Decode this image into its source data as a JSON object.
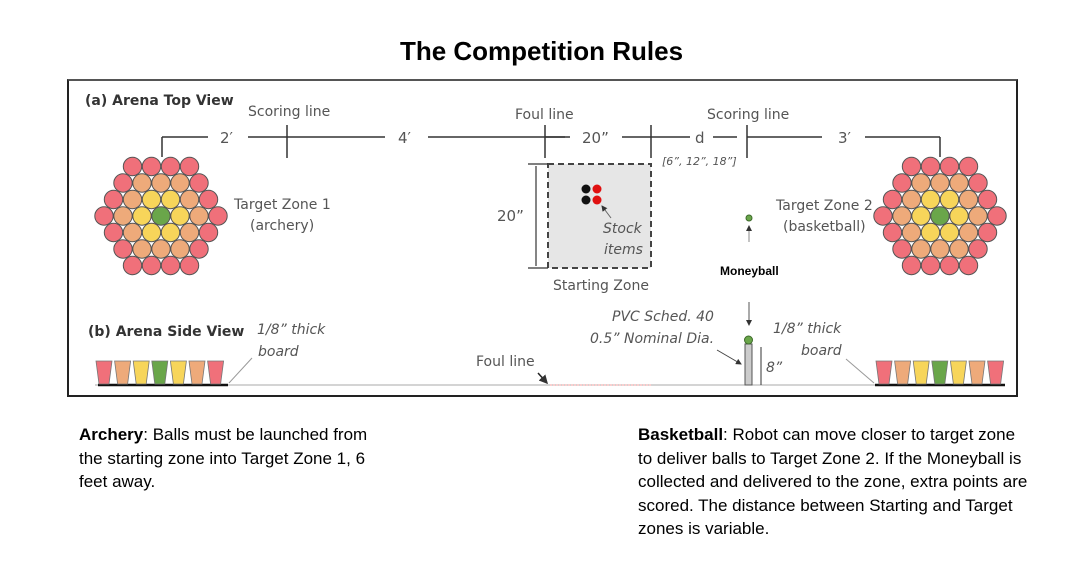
{
  "title": "The Competition Rules",
  "arena": {
    "top_view_label": "(a) Arena Top View",
    "side_view_label": "(b) Arena Side View",
    "scoring_line_1": "Scoring line",
    "scoring_line_2": "Scoring line",
    "foul_line_top": "Foul line",
    "foul_line_side": "Foul line",
    "dim_2ft": "2′",
    "dim_4ft": "4′",
    "dim_20in_horizontal": "20”",
    "dim_d": "d",
    "dim_d_options": "[6”, 12”, 18”]",
    "dim_3ft": "3′",
    "dim_20in_vertical": "20”",
    "target_zone_1": "Target Zone 1",
    "target_zone_1_sub": "(archery)",
    "target_zone_2": "Target Zone 2",
    "target_zone_2_sub": "(basketball)",
    "stock_items_1": "Stock",
    "stock_items_2": "items",
    "starting_zone": "Starting Zone",
    "moneyball": "Moneyball",
    "pvc_1": "PVC Sched. 40",
    "pvc_2": "0.5” Nominal Dia.",
    "pvc_height": "8”",
    "board_left_1": "1/8” thick",
    "board_left_2": "board",
    "board_right_1": "1/8” thick",
    "board_right_2": "board"
  },
  "colors": {
    "ring_outer": "#f0707a",
    "ring_middle": "#eeaa7a",
    "ring_inner": "#f7d55a",
    "center": "#6aa64a",
    "stock_black": "#111111",
    "stock_red": "#e01010",
    "zone_fill": "#e6e6e6"
  },
  "side_cups": [
    "outer",
    "middle",
    "inner",
    "center",
    "inner",
    "middle",
    "outer"
  ],
  "notes": {
    "archery": {
      "heading": "Archery",
      "text": ": Balls must be launched from the starting zone into Target Zone 1, 6 feet away."
    },
    "basketball": {
      "heading": "Basketball",
      "text": ": Robot can move closer to target zone to deliver balls to Target Zone 2. If the Moneyball is collected and delivered to the zone, extra points are scored. The distance between Starting and Target zones is variable."
    }
  }
}
